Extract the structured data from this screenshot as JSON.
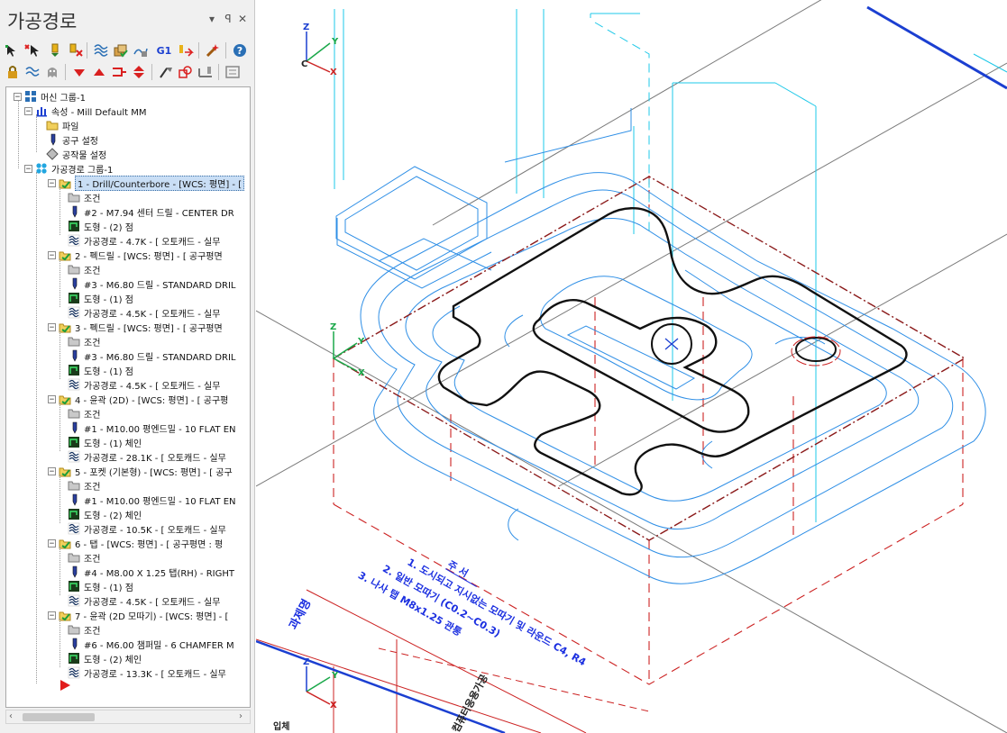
{
  "panel": {
    "title": "가공경로",
    "pin_glyph": "▾",
    "dock_glyph": "ꟼ",
    "close_glyph": "✕"
  },
  "toolbar": {
    "g1_label": "G1",
    "help_label": "?"
  },
  "tree": {
    "machine_group": "머신 그룹-1",
    "properties": "속성 - Mill Default MM",
    "files": "파일",
    "tool_settings": "공구 설정",
    "stock_setup": "공작물 설정",
    "toolpath_group": "가공경로 그룹-1",
    "operations": [
      {
        "title": "1 - Drill/Counterbore - [WCS: 평면] - [",
        "params": "조건",
        "tool": "#2 - M7.94 센터 드릴 - CENTER DR",
        "geometry": "도형 - (2) 점",
        "toolpath": "가공경로 - 4.7K - [ 오토캐드 - 실무"
      },
      {
        "title": "2 - 펙드릴 - [WCS: 평면] - [ 공구평면",
        "params": "조건",
        "tool": "#3 - M6.80 드릴 - STANDARD DRIL",
        "geometry": "도형 - (1) 점",
        "toolpath": "가공경로 - 4.5K - [ 오토캐드 - 실무"
      },
      {
        "title": "3 - 펙드릴 - [WCS: 평면] - [ 공구평면",
        "params": "조건",
        "tool": "#3 - M6.80 드릴 - STANDARD DRIL",
        "geometry": "도형 - (1) 점",
        "toolpath": "가공경로 - 4.5K - [ 오토캐드 - 실무"
      },
      {
        "title": "4 - 윤곽 (2D) - [WCS: 평면] - [ 공구평",
        "params": "조건",
        "tool": "#1 - M10.00 평엔드밀 - 10 FLAT EN",
        "geometry": "도형 - (1) 체인",
        "toolpath": "가공경로 - 28.1K - [ 오토캐드 - 실무"
      },
      {
        "title": "5 - 포켓 (기본형) - [WCS: 평면] - [ 공구",
        "params": "조건",
        "tool": "#1 - M10.00 평엔드밀 - 10 FLAT EN",
        "geometry": "도형 - (2) 체인",
        "toolpath": "가공경로 - 10.5K - [ 오토캐드 - 실무"
      },
      {
        "title": "6 - 탭 - [WCS: 평면] - [ 공구평면 : 평",
        "params": "조건",
        "tool": "#4 - M8.00 X 1.25 탭(RH) - RIGHT",
        "geometry": "도형 - (1) 점",
        "toolpath": "가공경로 - 4.5K - [ 오토캐드 - 실무"
      },
      {
        "title": "7 - 윤곽 (2D 모따기) - [WCS: 평면] - [",
        "params": "조건",
        "tool": "#6 - M6.00 챔퍼밀 - 6 CHAMFER M",
        "geometry": "도형 - (2) 체인",
        "toolpath": "가공경로 - 13.3K - [ 오토캐드 - 실무"
      }
    ]
  },
  "scrollbar": {
    "left_arrow": "‹",
    "right_arrow": "›"
  },
  "viewport": {
    "gnomon_top": {
      "z": "Z",
      "y": "Y",
      "c": "C",
      "x": "X"
    },
    "gnomon_mid": {
      "z": "Z",
      "y": "Y",
      "x": "X"
    },
    "gnomon_bottom": {
      "z": "Z",
      "y": "Y",
      "x": "X"
    },
    "notes_title": "주 서",
    "notes": [
      "1. 도시되고 지시없는 모따기 및 라운드 C4, R4",
      "2. 일반 모따기 (C0.2~C0.3)",
      "3. 나사 탭 M8x1.25 관통"
    ],
    "title_block_label": "과제명",
    "title_block_right": "컴퓨터응용가공",
    "view_label": "입체"
  },
  "colors": {
    "toolpath": "#2f8fe6",
    "rapid": "#00c8e8",
    "part": "#111111",
    "stock_edge": "#cc2222",
    "axis_x": "#cc2222",
    "axis_y": "#1aa84a",
    "axis_z": "#1b3fd1",
    "note_text": "#1b2fe0"
  }
}
